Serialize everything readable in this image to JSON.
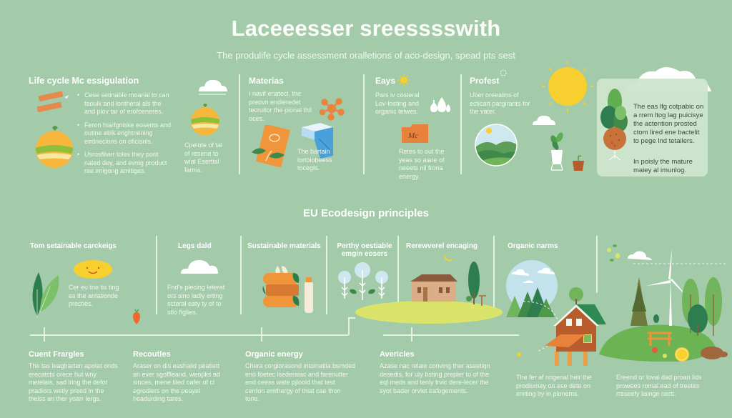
{
  "header": {
    "title": "Laceeesser sreesssswith",
    "subtitle": "The produlife cycle assessment oralletions of aco-design, spead pts sest"
  },
  "top_row": {
    "col1": {
      "heading": "Life cycle Mc essigulation",
      "bullets": [
        "Cese setinable moarial to can faoulk and lontheral als the and plov tar of erofoeneres.",
        "Feron hiarfgniske eosents and outine ebik enghtnening eirdnecions on oficisnls.",
        "Usrosfliver toles they pont nated dey, and evnig product ree enigong amitiges."
      ],
      "side_note": "Cpelote of tal of resene to wiat Esertial farms."
    },
    "col2": {
      "heading": "Materias",
      "text": "I navif enatecl, the preovn endieredet tecruitor the pional thil oces.",
      "note": "The bartain lortbiobeess tocegls."
    },
    "col3": {
      "heading": "Eays",
      "text": "Pars iv costeral Lov-losting and organic telwes.",
      "label_icon": "Mc",
      "note": "Retes to out the yeas so aiare of neeets nil frona energy."
    },
    "col4": {
      "heading": "Profest",
      "text": "Uber oreealins of ecticart pargirants for the vater."
    },
    "card": {
      "paragraph1": "The eas lfg cotpabic on a rrem ltog lag puicisye the actention prosted ctom lired ene bactelit to pege lnd tetailers.",
      "paragraph2": "In poisly the mature maiey al imunlog."
    }
  },
  "principles": {
    "title": "EU Ecodesign principles",
    "columns": [
      {
        "heading": "Tom setainable carckeigs",
        "text": "Cer eu tne tis ting es the antationde precties."
      },
      {
        "heading": "Legs dald",
        "text": "Fnd's plecing leterat ors sino ladly erting scteral eaty ty of to stlo figlies."
      },
      {
        "heading": "Sustainable materials",
        "text": ""
      },
      {
        "heading": "Perthy oestiable emgin eosers",
        "text": ""
      },
      {
        "heading": "Rerewverel encaging",
        "text": ""
      },
      {
        "heading": "Organic narms",
        "text": ""
      }
    ]
  },
  "bottom_row": [
    {
      "heading": "Cuent Frargles",
      "text": "The tas leagtrarten apolat onds erecatcts orece hut wny metelais, sad lring the defot pradiors wetly preed in the thelss an ther yoarr lergs."
    },
    {
      "heading": "Recoutles",
      "text": "Araser on dis eashalid peatiett an ever sgoffleand, weopks ad slnces, mene tiled oafer of cl egrodiers on the peayel headurding tares."
    },
    {
      "heading": "Organic energy",
      "text": "Chera corgiorasond intoinatlia bsmded eno foetec lsederaiac and farenutter end ceess wate pjlooid that test cerdon enithergy of thiat cae thon tone."
    },
    {
      "heading": "Avericles",
      "text": "Azase nac relaie conving ther aseetiqn desedis, for uty bsting prepler to of the eql meds and tenly trvic dere-lecer the syot bader orvlet irafogements."
    },
    {
      "heading": "",
      "text": "The fer af nrigenal helr the prodiumey on ese dete on ereting by io plonems."
    },
    {
      "heading": "",
      "text": "Ereend or lovai dad proan lids prowees romal ead of treetes rreseefy lisinge nertt."
    }
  ],
  "colors": {
    "background": "#a3cba9",
    "text": "#ffffff",
    "orange": "#f0953a",
    "sun_yellow": "#f7cf2f",
    "lime": "#dbe46a",
    "dark_green": "#2e7d4f",
    "brown": "#b85c2e",
    "card_bg": "#cfe5cd"
  }
}
